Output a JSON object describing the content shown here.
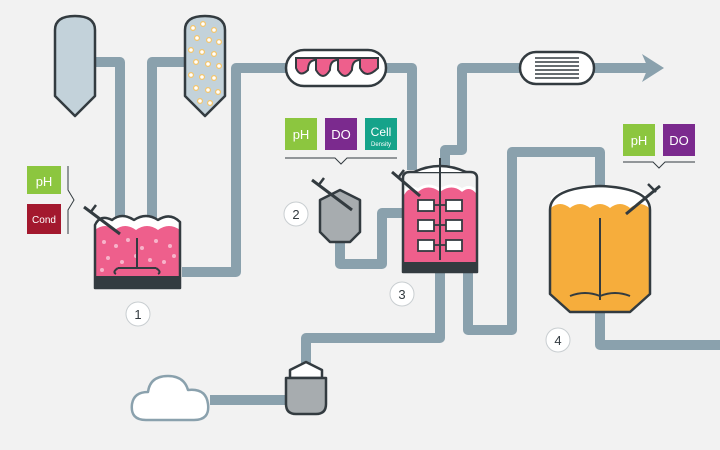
{
  "colors": {
    "background": "#f2f2f2",
    "pipe": "#8aa1ad",
    "outline": "#333b40",
    "ph_badge": "#8cc63f",
    "do_badge": "#7b2a8e",
    "cell_badge": "#15a38a",
    "cond_badge": "#a3182e",
    "pink_vessel": "#ee5f8c",
    "orange_vessel": "#f6ad3c",
    "gray_vessel": "#a7acaf",
    "storage_tank": "#c3d2da"
  },
  "sensors": {
    "vessel1": {
      "ph": "pH",
      "cond": "Cond"
    },
    "vessel3": {
      "ph": "pH",
      "do": "DO",
      "cell_line1": "Cell",
      "cell_line2": "Density"
    },
    "vessel4": {
      "ph": "pH",
      "do": "DO"
    }
  },
  "steps": [
    "1",
    "2",
    "3",
    "4"
  ],
  "icons": {
    "cloud": "cloud-icon",
    "arrow": "flow-arrow-icon",
    "heat_exchanger": "heat-exchanger-icon",
    "probe": "probe-icon"
  }
}
